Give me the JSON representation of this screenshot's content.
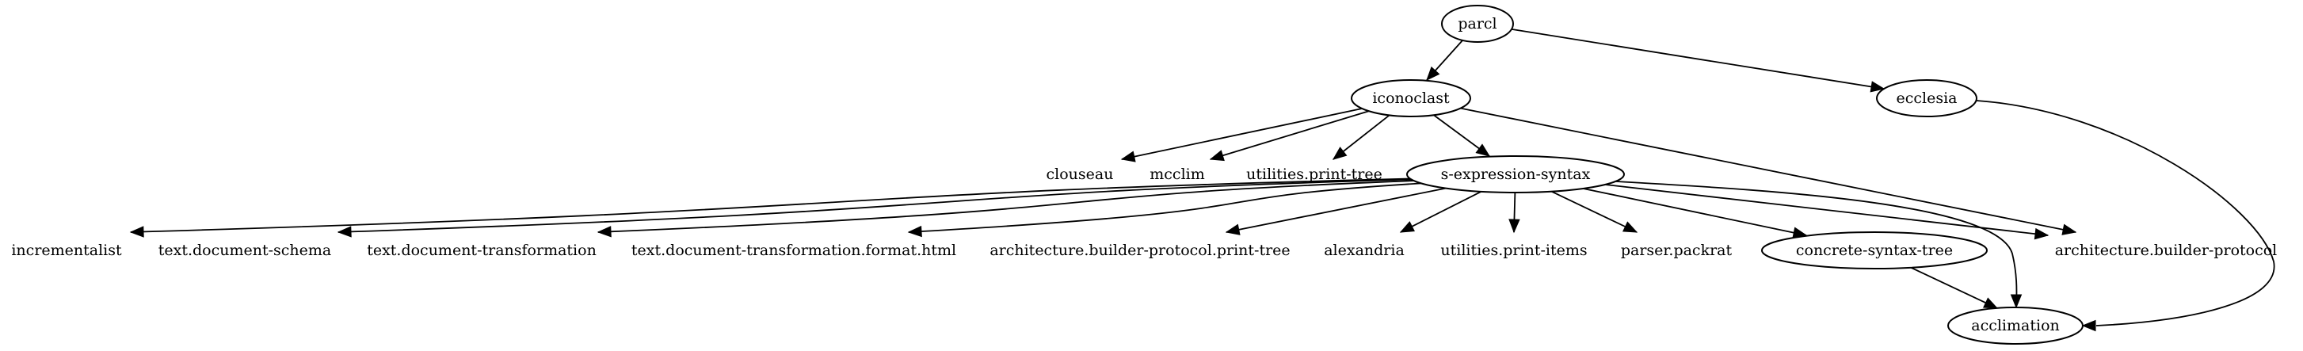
{
  "graph": {
    "nodes": [
      {
        "id": "parcl",
        "label": "parcl",
        "outlined": true
      },
      {
        "id": "iconoclast",
        "label": "iconoclast",
        "outlined": true
      },
      {
        "id": "ecclesia",
        "label": "ecclesia",
        "outlined": true
      },
      {
        "id": "clouseau",
        "label": "clouseau",
        "outlined": false
      },
      {
        "id": "mcclim",
        "label": "mcclim",
        "outlined": false
      },
      {
        "id": "utilities-print-tree",
        "label": "utilities.print-tree",
        "outlined": false
      },
      {
        "id": "s-expression-syntax",
        "label": "s-expression-syntax",
        "outlined": true
      },
      {
        "id": "incrementalist",
        "label": "incrementalist",
        "outlined": false
      },
      {
        "id": "text-document-schema",
        "label": "text.document-schema",
        "outlined": false
      },
      {
        "id": "text-document-transformation",
        "label": "text.document-transformation",
        "outlined": false
      },
      {
        "id": "text-document-transformation-format-html",
        "label": "text.document-transformation.format.html",
        "outlined": false
      },
      {
        "id": "architecture-builder-protocol-print-tree",
        "label": "architecture.builder-protocol.print-tree",
        "outlined": false
      },
      {
        "id": "alexandria",
        "label": "alexandria",
        "outlined": false
      },
      {
        "id": "utilities-print-items",
        "label": "utilities.print-items",
        "outlined": false
      },
      {
        "id": "parser-packrat",
        "label": "parser.packrat",
        "outlined": false
      },
      {
        "id": "concrete-syntax-tree",
        "label": "concrete-syntax-tree",
        "outlined": true
      },
      {
        "id": "architecture-builder-protocol",
        "label": "architecture.builder-protocol",
        "outlined": false
      },
      {
        "id": "acclimation",
        "label": "acclimation",
        "outlined": true
      }
    ],
    "edges": [
      {
        "from": "parcl",
        "to": "iconoclast"
      },
      {
        "from": "parcl",
        "to": "ecclesia"
      },
      {
        "from": "iconoclast",
        "to": "clouseau"
      },
      {
        "from": "iconoclast",
        "to": "mcclim"
      },
      {
        "from": "iconoclast",
        "to": "utilities-print-tree"
      },
      {
        "from": "iconoclast",
        "to": "s-expression-syntax"
      },
      {
        "from": "iconoclast",
        "to": "architecture-builder-protocol"
      },
      {
        "from": "ecclesia",
        "to": "acclimation"
      },
      {
        "from": "s-expression-syntax",
        "to": "incrementalist"
      },
      {
        "from": "s-expression-syntax",
        "to": "text-document-schema"
      },
      {
        "from": "s-expression-syntax",
        "to": "text-document-transformation"
      },
      {
        "from": "s-expression-syntax",
        "to": "text-document-transformation-format-html"
      },
      {
        "from": "s-expression-syntax",
        "to": "architecture-builder-protocol-print-tree"
      },
      {
        "from": "s-expression-syntax",
        "to": "alexandria"
      },
      {
        "from": "s-expression-syntax",
        "to": "utilities-print-items"
      },
      {
        "from": "s-expression-syntax",
        "to": "parser-packrat"
      },
      {
        "from": "s-expression-syntax",
        "to": "concrete-syntax-tree"
      },
      {
        "from": "s-expression-syntax",
        "to": "architecture-builder-protocol"
      },
      {
        "from": "s-expression-syntax",
        "to": "acclimation"
      },
      {
        "from": "concrete-syntax-tree",
        "to": "acclimation"
      }
    ]
  }
}
